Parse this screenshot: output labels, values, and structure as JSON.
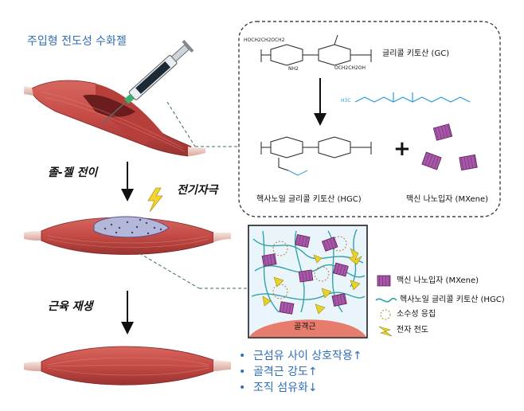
{
  "title": "주입형 전도성 수화젤",
  "steps": {
    "sol_gel": "졸-젤 전이",
    "stimulation": "전기자극",
    "regeneration": "근육 재생"
  },
  "inset_top": {
    "gc_label": "글리콜 키토산 (GC)",
    "hgc_label": "헥사노일 글리콜 키토산 (HGC)",
    "mxene_label": "맥신 나노입자 (MXene)",
    "plus": "+",
    "gc_r_group": "HOCH2CH2OCH2",
    "gc_r_group_b": "OCH2CH2OH",
    "gc_amine": "NH2",
    "hexanal_label": "H3C"
  },
  "inset_bottom": {
    "muscle_label": "골격근",
    "legend": [
      {
        "icon": "mxene-icon",
        "text": "맥신 나노입자 (MXene)"
      },
      {
        "icon": "hgc-strand-icon",
        "text": "헥사노일 글리콜 키토산 (HGC)"
      },
      {
        "icon": "hydrophobic-icon",
        "text": "소수성 응집"
      },
      {
        "icon": "electron-arrow-icon",
        "text": "전자 전도"
      }
    ]
  },
  "outcomes": [
    {
      "bullet": "•",
      "text": "근섬유 사이 상호작용↑"
    },
    {
      "bullet": "•",
      "text": "골격근 강도↑"
    },
    {
      "bullet": "•",
      "text": "조직 섬유화↓"
    }
  ],
  "colors": {
    "muscle": "#c9504b",
    "muscle_dark": "#8e2b2b",
    "tendon": "#f2d6cf",
    "mxene": "#9b4a9b",
    "strand": "#34a2a8",
    "arrow_yellow": "#e8d22a",
    "hydrophobic": "#c07a3a",
    "blue_text": "#2f6db5"
  }
}
